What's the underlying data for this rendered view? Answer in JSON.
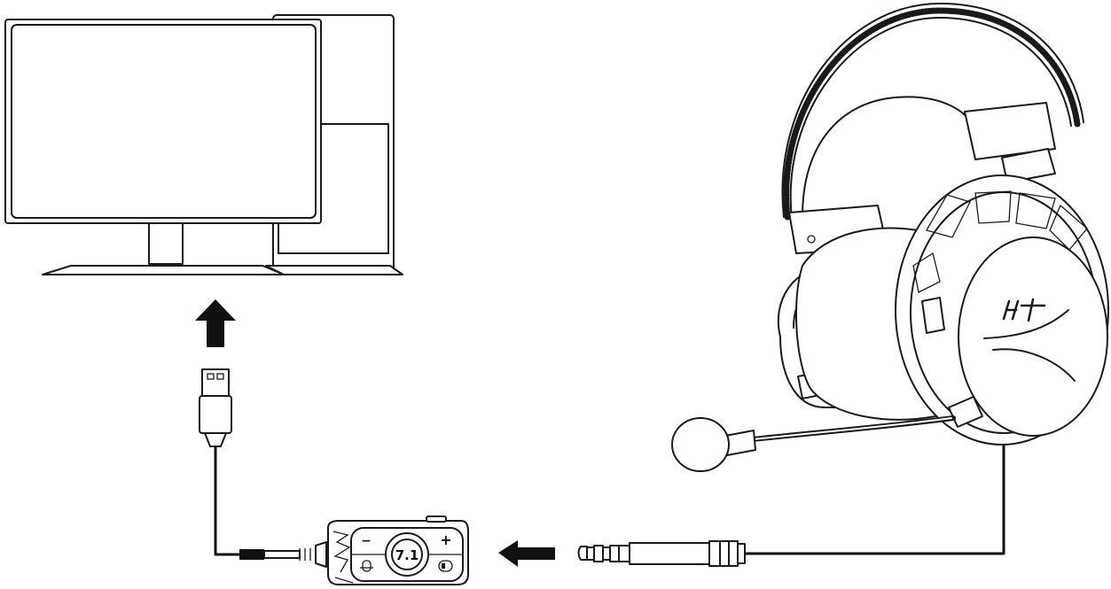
{
  "diagram": {
    "control_box": {
      "surround_label": "7.1",
      "minus_symbol": "−",
      "plus_symbol": "+"
    },
    "arrows": [
      {
        "name": "usb-to-computer-arrow",
        "direction": "up"
      },
      {
        "name": "headset-to-controlbox-arrow",
        "direction": "left"
      }
    ],
    "icons": [
      "computer-monitor-icon",
      "computer-tower-icon",
      "usb-plug-icon",
      "audio-control-box-icon",
      "headset-icon",
      "microphone-icon",
      "audio-jack-plug-icon"
    ],
    "colors": {
      "line": "#1a1a1a",
      "background": "#ffffff"
    }
  }
}
